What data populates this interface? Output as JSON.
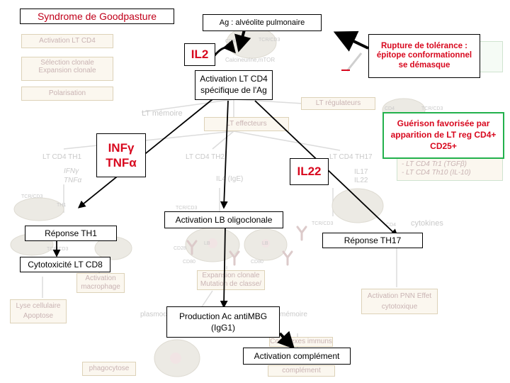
{
  "title": "Syndrome de Goodpasture",
  "antigen": "Ag : alvéolite pulmonaire",
  "rupture": "Rupture de tolérance : épitope conformationnel se démasque",
  "il2": "IL2",
  "activation_cd4": "Activation LT CD4 spécifique de l'Ag",
  "infg": "INFγ",
  "tnfa": "TNFα",
  "il22": "IL22",
  "guerison": "Guérison favorisée par apparition de LT reg CD4+ CD25+",
  "activation_lb": "Activation LB oligoclonale",
  "reponse_th1": "Réponse TH1",
  "reponse_th17": "Réponse TH17",
  "cytotox": "Cytotoxicité LT CD8",
  "production_ac": "Production Ac antiMBG (IgG1)",
  "activation_complement": "Activation complément",
  "faded": {
    "activation_lt_cd4": "Activation LT CD4",
    "selection_clonale": "Sélection clonale",
    "expansion_clonale": "Expansion clonale",
    "polarisation": "Polarisation",
    "lt_memoire": "LT mémoire",
    "lt_effecteurs": "LT effecteurs",
    "lt_regulateurs": "LT régulateurs",
    "lt_cd4_th1": "LT CD4 TH1",
    "ifng": "IFNγ",
    "tnfa": "TNFα",
    "lt_cd4_th2": "LT CD4 TH2",
    "ige": "IL4 (IgE)",
    "lt_cd4_th17": "LT CD4 TH17",
    "il17": "IL17",
    "il22": "IL22",
    "tr1": "- LT CD4 Tr1 (TGFβ)",
    "th10": "- LT CD4 Th10 (IL-10)",
    "cytokines": "cytokines",
    "activation_macrophage": "Activation macrophage",
    "lyse": "Lyse cellulaire Apoptose",
    "expansion_lb": "Expansion clonale Mutation de classe/",
    "activation_pnn": "Activation PNN Effet cytotoxique",
    "plasmocyte": "plasmocyte",
    "memoire": "mémoire",
    "complexes": "Complexes immuns",
    "complement": "complément",
    "phagocytose": "phagocytose",
    "calcineurine": "Calcineurine,mTOR",
    "cd4": "CD4",
    "tcr": "TCR/CD3",
    "cd28": "CD28",
    "cd80": "CD80",
    "th1": "TH1",
    "lb": "LB"
  },
  "colors": {
    "title_red": "#c0001a",
    "accent_red": "#d8081e",
    "green_border": "#22b14c"
  }
}
